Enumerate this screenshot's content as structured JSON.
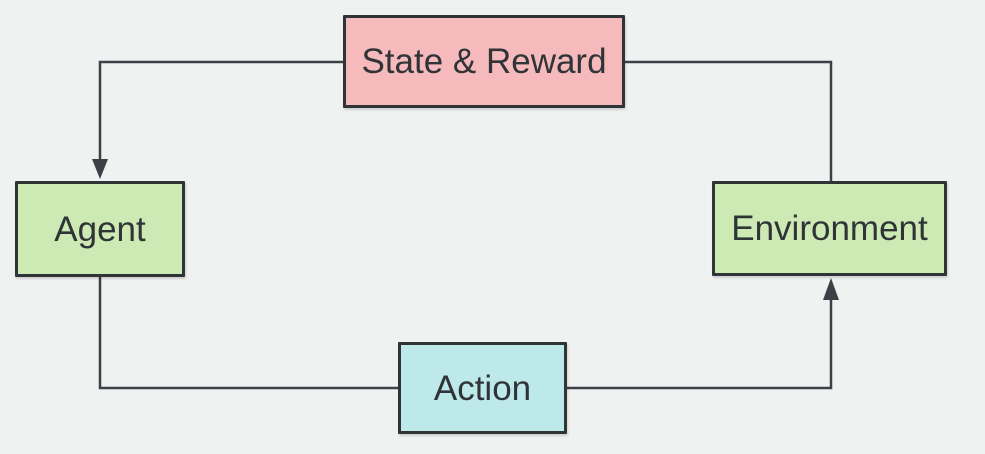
{
  "diagram": {
    "background": "#f0f1f1",
    "line_color": "#3c4146",
    "border_color": "#2f3437",
    "text_color": "#2f3437",
    "nodes": {
      "state_reward": {
        "label": "State & Reward",
        "fill": "#f6b9bc"
      },
      "agent": {
        "label": "Agent",
        "fill": "#cdeab4"
      },
      "environment": {
        "label": "Environment",
        "fill": "#cdeab4"
      },
      "action": {
        "label": "Action",
        "fill": "#bde9eb"
      }
    },
    "edges": [
      {
        "from": "environment",
        "to": "state_reward",
        "arrowhead": false
      },
      {
        "from": "state_reward",
        "to": "agent",
        "arrowhead": true
      },
      {
        "from": "agent",
        "to": "action",
        "arrowhead": false
      },
      {
        "from": "action",
        "to": "environment",
        "arrowhead": true
      }
    ]
  }
}
